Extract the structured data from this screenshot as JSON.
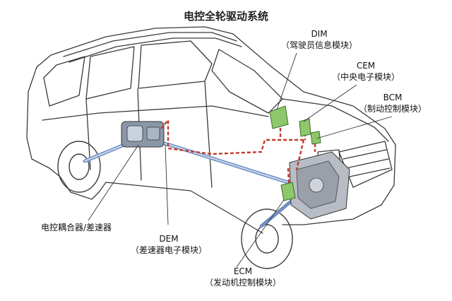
{
  "title": "电控全轮驱动系统",
  "labels": {
    "dim": {
      "code": "DIM",
      "desc": "（驾驶员信息模块）"
    },
    "cem": {
      "code": "CEM",
      "desc": "（中央电子模块）"
    },
    "bcm": {
      "code": "BCM",
      "desc": "（制动控制模块）"
    },
    "coupling": {
      "desc": "电控耦合器/差速器"
    },
    "dem": {
      "code": "DEM",
      "desc": "（差速器电子模块）"
    },
    "ecm": {
      "code": "ECM",
      "desc": "（发动机控制模块）"
    }
  },
  "colors": {
    "wire": "#c0392b",
    "module": "#8dc86a",
    "driveshaft": "#6f8fc2",
    "body_line": "#3a3a3a"
  }
}
